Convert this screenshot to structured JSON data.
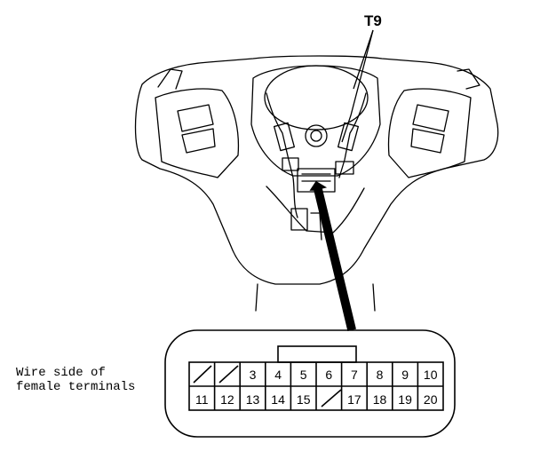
{
  "callout": {
    "label": "T9"
  },
  "caption": {
    "line1": "Wire side of",
    "line2": "female terminals"
  },
  "connector": {
    "top_row": [
      "",
      "",
      "3",
      "4",
      "5",
      "6",
      "7",
      "8",
      "9",
      "10"
    ],
    "bottom_row": [
      "11",
      "12",
      "13",
      "14",
      "15",
      "",
      "17",
      "18",
      "19",
      "20"
    ],
    "empty_cavities": [
      "top-1",
      "top-2",
      "bottom-6"
    ]
  },
  "colors": {
    "line": "#000000",
    "background": "#ffffff"
  }
}
